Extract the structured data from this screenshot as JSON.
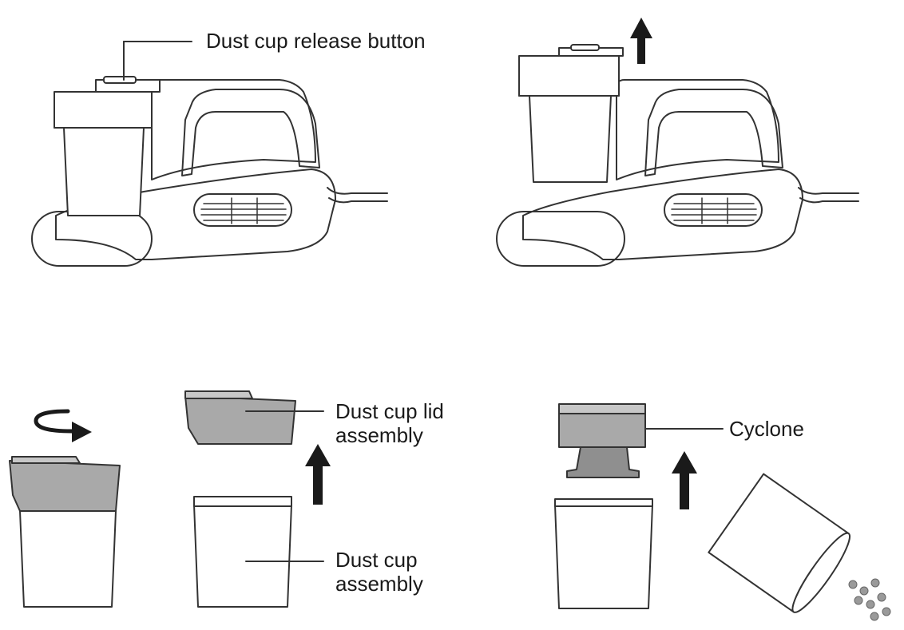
{
  "labels": {
    "release_button": "Dust cup release button",
    "lid_assembly_line1": "Dust cup lid",
    "lid_assembly_line2": "assembly",
    "cup_assembly_line1": "Dust cup",
    "cup_assembly_line2": "assembly",
    "cyclone": "Cyclone"
  },
  "colors": {
    "stroke": "#333333",
    "part_fill": "#a9a9a9",
    "part_fill_dark": "#8f8f8f",
    "debris": "#9a9a9a"
  }
}
